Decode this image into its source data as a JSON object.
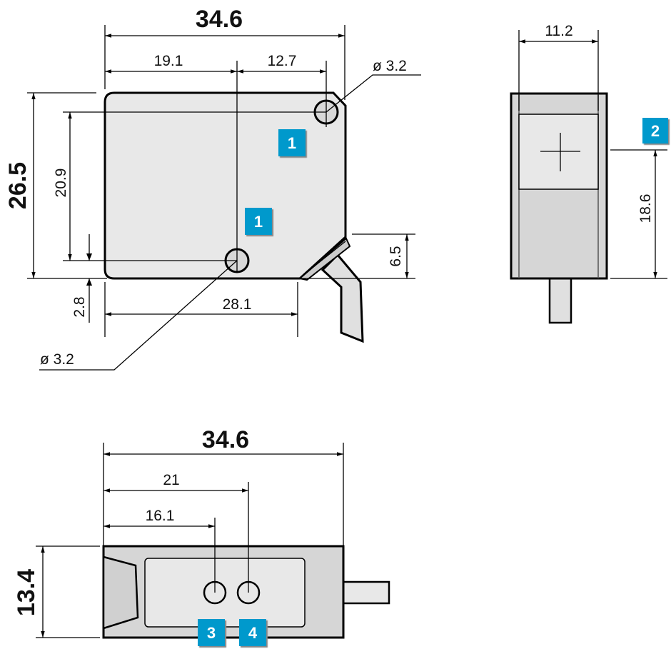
{
  "front_view": {
    "overall_width": "34.6",
    "hole_offset_1": "19.1",
    "hole_offset_2": "12.7",
    "hole_diameter_top": "ø 3.2",
    "height": "26.5",
    "hole_spacing_vertical": "20.9",
    "bottom_offset": "2.8",
    "base_length": "28.1",
    "hole_diameter_bottom": "ø 3.2",
    "cable_height": "6.5",
    "badge_a": "1",
    "badge_b": "1"
  },
  "side_view": {
    "width": "11.2",
    "optical_axis_height": "18.6",
    "badge": "2"
  },
  "bottom_view": {
    "overall_width": "34.6",
    "receiver_offset": "21",
    "sender_offset": "16.1",
    "depth": "13.4",
    "badge_a": "3",
    "badge_b": "4"
  },
  "colors": {
    "badge": "#0099cc",
    "body": "#e8e8e8",
    "body_dark": "#d6d6d6"
  }
}
